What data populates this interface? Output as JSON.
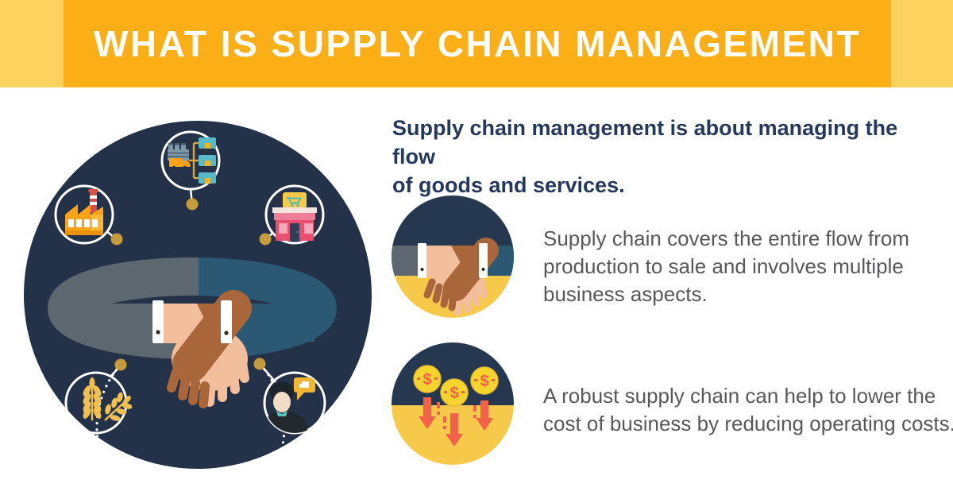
{
  "header": {
    "title": "WHAT IS SUPPLY CHAIN MANAGEMENT",
    "band_color": "#FFD15E",
    "panel_color": "#FCAE17"
  },
  "intro": {
    "text": "Supply chain management is about managing the flow of goods and services.",
    "lines": [
      "Supply chain management is about managing the flow",
      "of goods and services."
    ],
    "color": "#26395C"
  },
  "items": [
    {
      "icon": "handshake-circle-icon",
      "text": "Supply chain covers the entire flow from production to sale and involves multiple business aspects.",
      "lines": [
        "Supply chain covers the entire flow from",
        "production to sale and involves multiple",
        "business aspects."
      ]
    },
    {
      "icon": "falling-coins-icon",
      "text": "A robust supply chain can help to lower the cost of business by reducing operating costs.",
      "lines": [
        "A robust supply chain can help to lower the",
        "cost of business by reducing operating costs."
      ]
    }
  ],
  "diagram": {
    "center_icon": "handshake-icon",
    "node_icons": [
      "distribution-network-icon",
      "factory-icon",
      "retail-store-icon",
      "wheat-crop-icon",
      "customer-chat-icon"
    ],
    "colors": {
      "big_circle": "#233248",
      "loop_left": "#5D6770",
      "loop_right": "#2B5873",
      "skin_light": "#F2BE9B",
      "skin_dark": "#A9663A",
      "connector_dot": "#C59B3C",
      "item_circle_navy": "#253850",
      "item_circle_yellow": "#F7C94B",
      "coin_yellow": "#F6D42E",
      "arrow_red": "#F2614A",
      "wheat_gold": "#EFC04F"
    }
  }
}
